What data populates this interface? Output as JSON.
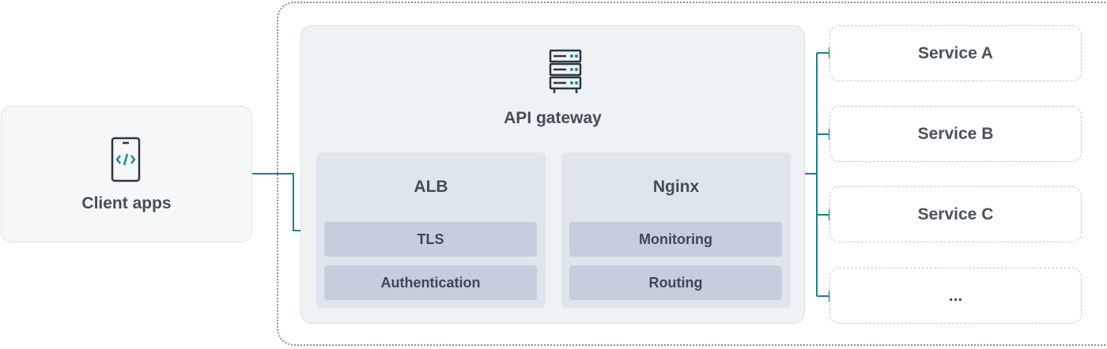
{
  "client": {
    "label": "Client apps",
    "icon": "mobile-code-icon"
  },
  "gateway": {
    "label": "API gateway",
    "icon": "server-rack-icon",
    "alb": {
      "title": "ALB",
      "items": [
        "TLS",
        "Authentication"
      ]
    },
    "nginx": {
      "title": "Nginx",
      "items": [
        "Monitoring",
        "Routing"
      ]
    }
  },
  "services": [
    "Service A",
    "Service B",
    "Service C",
    "..."
  ],
  "colors": {
    "connector": "#1b7f8c",
    "icon_dark": "#2e3640",
    "icon_accent": "#1b8a99",
    "chip": "#c4cedd",
    "subgroup": "#dfe5ec",
    "gateway_bg": "#eff2f5"
  }
}
